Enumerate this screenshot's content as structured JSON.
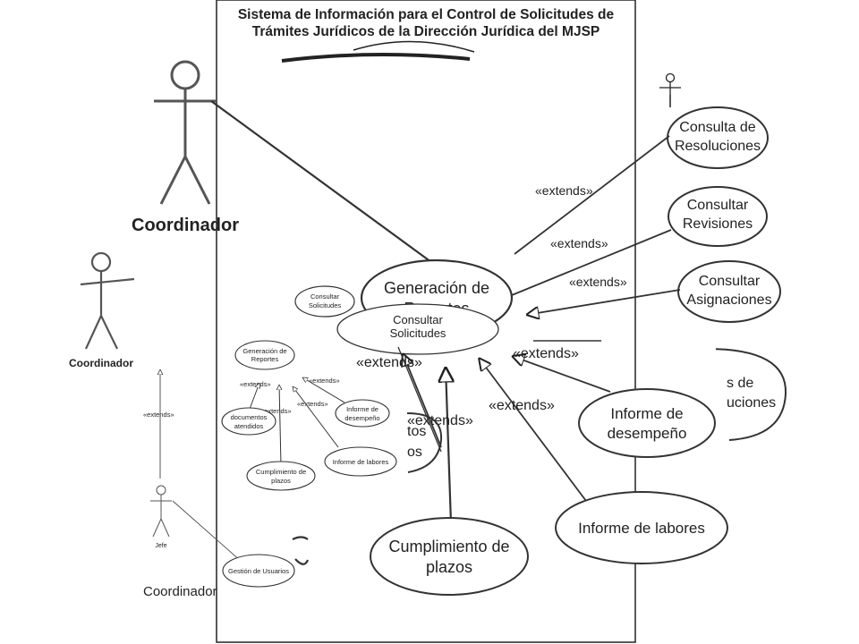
{
  "system_title": {
    "line1": "Sistema de Información para el Control de Solicitudes  de",
    "line2": "Trámites Jurídicos de la Dirección Jurídica del MJSP"
  },
  "actors": {
    "coordinador_large": "Coordinador",
    "coordinador_medium": "Coordinador",
    "coordinador_bottom": "Coordinador",
    "jefe": "Jefe"
  },
  "use_cases": {
    "consulta_resoluciones": [
      "Consulta de",
      "Resoluciones"
    ],
    "consultar_revisiones": [
      "Consultar",
      "Revisiones"
    ],
    "consultar_asignaciones": [
      "Consultar",
      "Asignaciones"
    ],
    "generacion_reportes_big": [
      "Generación de",
      "Reportes"
    ],
    "consultar_solicitudes_big": [
      "Consultar",
      "Solicitudes"
    ],
    "consultar_solicitudes_small": [
      "Consultar",
      "Solicitudes"
    ],
    "resoluciones_fragment": [
      "s de",
      "uciones"
    ],
    "tos_fragment": [
      "tos",
      "os"
    ],
    "informe_desempeno_big": [
      "Informe de",
      "desempeño"
    ],
    "informe_labores_big": "Informe de labores",
    "cumplimiento_plazos_big": [
      "Cumplimiento de",
      "plazos"
    ],
    "generacion_reportes_small": [
      "Generación de",
      "Reportes"
    ],
    "documentos_atendidos": [
      "documentos",
      "atendidos"
    ],
    "informe_desempeno_small": [
      "Informe de",
      "desempeño"
    ],
    "informe_labores_small": "Informe de labores",
    "cumplimiento_plazos_small": [
      "Cumplimiento de",
      "plazos"
    ],
    "gestion_usuarios": "Gestión de Usuarios"
  },
  "extends_label": "«extends»"
}
